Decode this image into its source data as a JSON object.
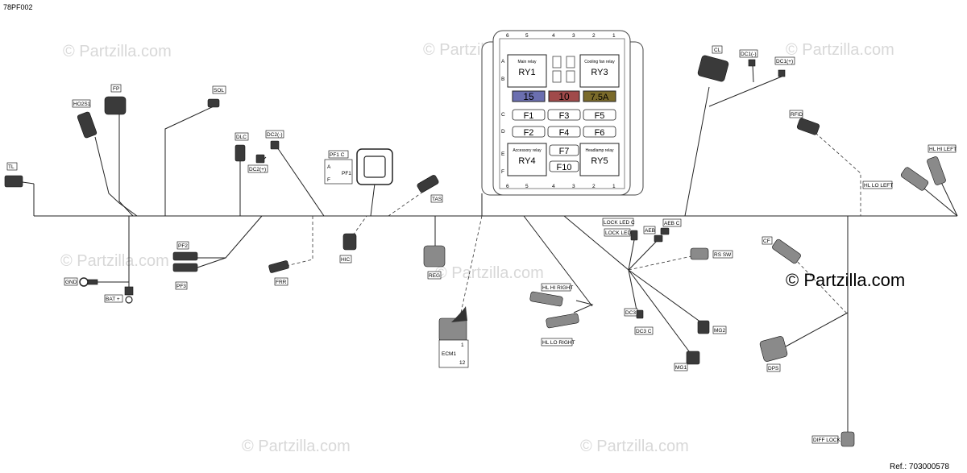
{
  "diagram_code": "78PF002",
  "reference": "Ref.: 703000578",
  "watermarks": [
    "© Partzilla.com",
    "© Partzilla.com",
    "© Partzilla.com",
    "© Partzilla.com",
    "© Partzilla.com",
    "© Partzilla.com",
    "© Partzilla.com"
  ],
  "main_watermark": "© Partzilla.com",
  "fusebox": {
    "top_numbers": [
      "6",
      "5",
      "4",
      "3",
      "2",
      "1"
    ],
    "bottom_numbers": [
      "6",
      "5",
      "4",
      "3",
      "2",
      "1"
    ],
    "rows": [
      "A",
      "B",
      "C",
      "D",
      "E",
      "F"
    ],
    "relays": [
      {
        "code": "RY1",
        "name": "Main relay"
      },
      {
        "code": "RY3",
        "name": "Cooling fan relay"
      },
      {
        "code": "RY4",
        "name": "Accessory relay"
      },
      {
        "code": "RY5",
        "name": "Headlamp relay"
      }
    ],
    "colored_fuses": [
      {
        "label": "15",
        "color": "#6b6fb0"
      },
      {
        "label": "10",
        "color": "#a04a4a"
      },
      {
        "label": "7.5A",
        "color": "#7a6a2a"
      }
    ],
    "fuses": [
      "F1",
      "F3",
      "F5",
      "F2",
      "F4",
      "F6",
      "F7",
      "F10"
    ]
  },
  "connectors": {
    "tl": "TL",
    "ho2s1": "HO2S1",
    "fp": "FP",
    "sol": "SOL",
    "dlc": "DLC",
    "dc2neg": "DC2(-)",
    "dc2pos": "DC2(+)",
    "pf1c": "PF1 C",
    "pf1": "PF1",
    "pin_a": "A",
    "pin_f": "F",
    "tas": "TAS",
    "cl": "CL",
    "dc1neg": "DC1(-)",
    "dc1pos": "DC1(+)",
    "rfid": "RFID",
    "hl_hi_left": "HL HI LEFT",
    "hl_lo_left": "HL LO LEFT",
    "pf2": "PF2",
    "pf3": "PF3",
    "gnd": "GND",
    "bat": "BAT +",
    "frr": "FRR",
    "hic": "HIC",
    "reg": "REG",
    "ecm1": "ECM1",
    "ecm_pin1": "1",
    "ecm_pin12": "12",
    "hl_hi_right": "HL HI RIGHT",
    "hl_lo_right": "HL LO RIGHT",
    "lock_led_c": "LOCK LED C",
    "lock_led": "LOCK LED",
    "aeb": "AEB",
    "aeb_c": "AEB C",
    "rs_sw": "RS SW",
    "dc3": "DC3",
    "dc3c": "DC3 C",
    "mg2": "MG2",
    "mg1": "MG1",
    "cf": "CF",
    "dps": "DPS",
    "diff_lock": "DIFF LOCK"
  }
}
